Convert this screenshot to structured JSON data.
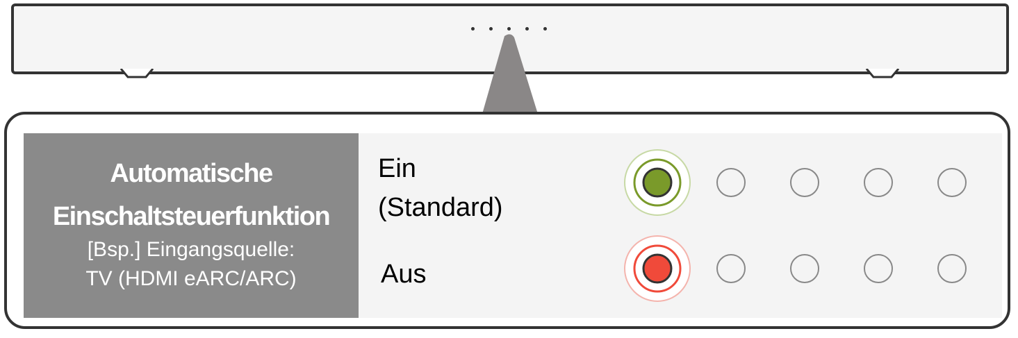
{
  "device": {
    "led_count": 5
  },
  "callout": {
    "function_title_line1": "Automatische",
    "function_title_line2": "Einschaltsteuerfunktion",
    "example_line1": "[Bsp.] Eingangsquelle:",
    "example_line2": "TV (HDMI eARC/ARC)"
  },
  "options": [
    {
      "label_line1": "Ein",
      "label_line2": "(Standard)",
      "indicator_color": "#7a9a2a",
      "indicator_glow": "#c7d9a5",
      "leds": [
        "lit",
        "off",
        "off",
        "off",
        "off"
      ]
    },
    {
      "label_line1": "Aus",
      "indicator_color": "#f04a3a",
      "indicator_glow": "#f4b4ad",
      "leds": [
        "lit",
        "off",
        "off",
        "off",
        "off"
      ]
    }
  ],
  "colors": {
    "outline": "#333333",
    "label_box": "#8a8a8a",
    "panel": "#f4f4f4",
    "pointer": "#8a8787",
    "led_off": "#888888"
  }
}
